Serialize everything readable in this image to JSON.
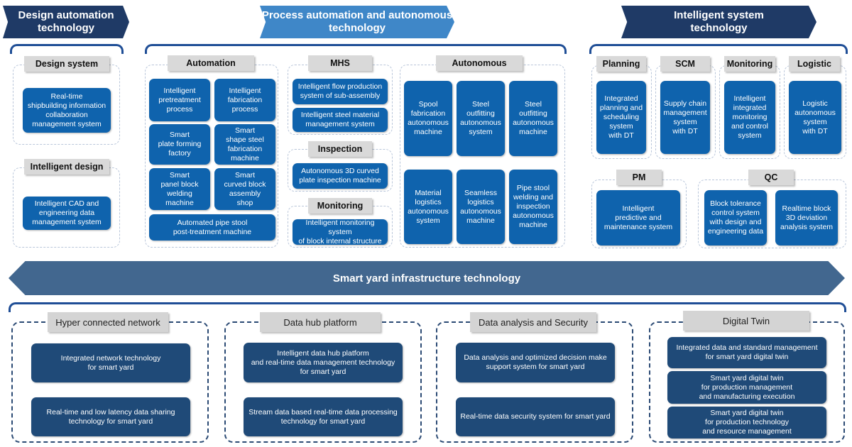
{
  "banners": {
    "design": "Design automation\ntechnology",
    "process": "Process automation and autonomous\ntechnology",
    "intelligent": "Intelligent system\ntechnology",
    "infra": "Smart yard infrastructure technology"
  },
  "design": {
    "system_tag": "Design system",
    "system_box": "Real-time\nshipbuilding information\ncollaboration\nmanagement system",
    "intel_tag": "Intelligent design",
    "intel_box": "Intelligent CAD and\nengineering data\nmanagement system"
  },
  "process": {
    "automation": {
      "tag": "Automation",
      "items": [
        "Intelligent\npretreatment\nprocess",
        "Intelligent\nfabrication\nprocess",
        "Smart\nplate forming\nfactory",
        "Smart\nshape steel\nfabrication\nmachine",
        "Smart\npanel block\nwelding\nmachine",
        "Smart\ncurved block\nassembly\nshop",
        "Automated pipe stool\npost-treatment machine"
      ]
    },
    "mhs": {
      "tag": "MHS",
      "items": [
        "Intelligent flow production\nsystem of sub-assembly",
        "Intelligent steel material\nmanagement system"
      ]
    },
    "inspection": {
      "tag": "Inspection",
      "items": [
        "Autonomous 3D curved\nplate inspection machine"
      ]
    },
    "monitoring": {
      "tag": "Monitoring",
      "items": [
        "Intelligent monitoring system\nof block internal structure"
      ]
    },
    "autonomous": {
      "tag": "Autonomous",
      "items": [
        "Spool\nfabrication\nautonomous\nmachine",
        "Steel\noutfitting\nautonomous\nsystem",
        "Steel\noutfitting\nautonomous\nmachine",
        "Material\nlogistics\nautonomous\nsystem",
        "Seamless\nlogistics\nautonomous\nmachine",
        "Pipe stool\nwelding and\ninspection\nautonomous\nmachine"
      ]
    }
  },
  "intelligent": {
    "planning": {
      "tag": "Planning",
      "box": "Integrated\nplanning and\nscheduling\nsystem\nwith DT"
    },
    "scm": {
      "tag": "SCM",
      "box": "Supply chain\nmanagement\nsystem\nwith DT"
    },
    "monitoring": {
      "tag": "Monitoring",
      "box": "Intelligent\nintegrated\nmonitoring\nand control\nsystem"
    },
    "logistic": {
      "tag": "Logistic",
      "box": "Logistic\nautonomous\nsystem\nwith DT"
    },
    "pm": {
      "tag": "PM",
      "box": "Intelligent\npredictive and\nmaintenance system"
    },
    "qc": {
      "tag": "QC",
      "items": [
        "Block tolerance\ncontrol system\nwith design and\nengineering data",
        "Realtime block\n3D deviation\nanalysis system"
      ]
    }
  },
  "infra": {
    "network": {
      "tag": "Hyper connected network",
      "items": [
        "Integrated network technology\nfor smart yard",
        "Real-time and low latency data sharing\ntechnology for smart yard"
      ]
    },
    "datahub": {
      "tag": "Data hub platform",
      "items": [
        "Intelligent data hub platform\nand real-time data management technology\nfor smart yard",
        "Stream data based real-time data processing\ntechnology for smart yard"
      ]
    },
    "analysis": {
      "tag": "Data analysis and Security",
      "items": [
        "Data analysis and optimized decision make\nsupport system for smart yard",
        "Real-time data security system for smart yard"
      ]
    },
    "twin": {
      "tag": "Digital Twin",
      "items": [
        "Integrated data and standard management\nfor smart yard digital twin",
        "Smart yard digital twin\nfor production management\nand manufacturing execution",
        "Smart yard digital twin\nfor production technology\nand resource management"
      ]
    }
  }
}
